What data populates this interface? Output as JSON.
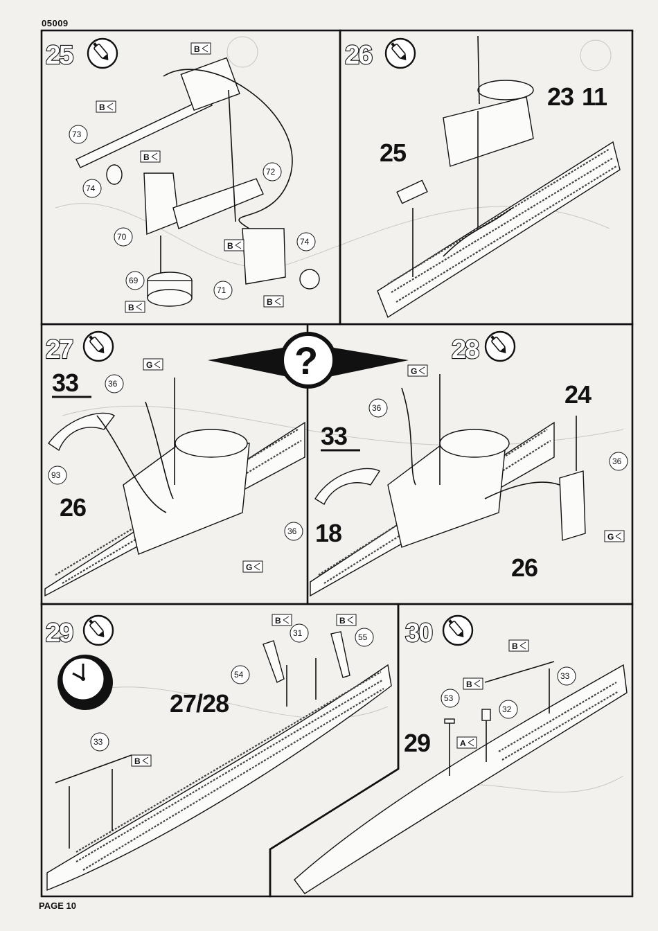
{
  "header": {
    "doc_code": "05009"
  },
  "footer": {
    "page_label": "PAGE 10"
  },
  "steps": {
    "s25": {
      "number": "25",
      "icon": "glue-tube-icon",
      "parts": [
        "73",
        "74",
        "72",
        "70",
        "69",
        "74",
        "71"
      ],
      "flags": [
        "B",
        "B",
        "B",
        "B",
        "B",
        "B"
      ]
    },
    "s26": {
      "number": "26",
      "icon": "glue-tube-icon",
      "labels": [
        "23",
        "11",
        "25"
      ]
    },
    "s27": {
      "number": "27",
      "icon": "glue-tube-icon",
      "parts": [
        "36",
        "93",
        "36"
      ],
      "flags": [
        "G",
        "G"
      ],
      "labels": [
        "33",
        "26"
      ]
    },
    "s28": {
      "number": "28",
      "icon": "glue-tube-icon",
      "parts": [
        "36",
        "36"
      ],
      "flags": [
        "G",
        "G"
      ],
      "labels": [
        "24",
        "33",
        "18",
        "26"
      ]
    },
    "s29": {
      "number": "29",
      "icon": "glue-tube-icon",
      "clock_icon": "clock-icon",
      "parts": [
        "31",
        "55",
        "54",
        "33"
      ],
      "flags": [
        "B",
        "B",
        "B"
      ],
      "labels": [
        "27/28"
      ]
    },
    "s30": {
      "number": "30",
      "icon": "glue-tube-icon",
      "parts": [
        "33",
        "53",
        "32"
      ],
      "flags": [
        "B",
        "B",
        "A"
      ],
      "labels": [
        "29"
      ]
    },
    "center_help": {
      "icon": "question-mark-icon",
      "symbol": "?"
    }
  }
}
